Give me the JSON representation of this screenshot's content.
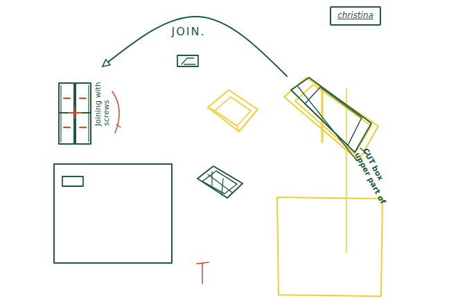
{
  "diagram": {
    "nodes": [
      {
        "text": [
          "christina"
        ]
      },
      {
        "text": [
          "Joining with screws"
        ]
      },
      {
        "text": [
          "CUT box upper part of"
        ]
      }
    ],
    "edges": [
      {
        "from": 2,
        "to": 1,
        "arrow": "to",
        "label": "JOIN."
      }
    ]
  }
}
